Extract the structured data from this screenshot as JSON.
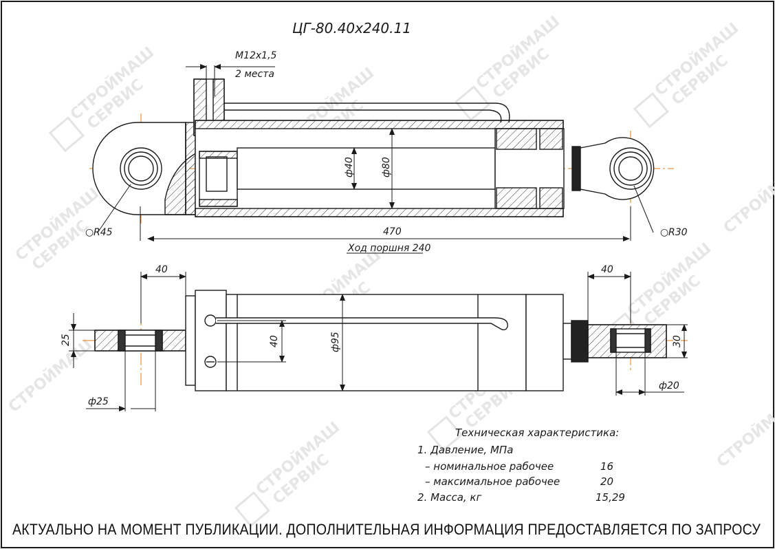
{
  "title": "ЦГ-80.40х240.11",
  "watermark": {
    "line1": "СТРОЙМАШ",
    "line2": "СЕРВИС"
  },
  "top_view": {
    "thread_label": "M12х1,5",
    "thread_places": "2 места",
    "rod_diameter": "ф40",
    "bore_diameter": "ф80",
    "overall_length": "470",
    "stroke": "Ход поршня 240",
    "left_radius": "R45",
    "right_radius": "R30"
  },
  "bottom_view": {
    "left_width": "40",
    "right_width": "40",
    "left_eye_height": "25",
    "left_pin_diameter": "ф25",
    "port_spacing": "40",
    "body_diameter": "ф95",
    "right_eye_height": "30",
    "right_pin_diameter": "ф20"
  },
  "specs": {
    "heading": "Техническая характеристика:",
    "rows": [
      {
        "label": "1. Давление, МПа",
        "value": ""
      },
      {
        "label": "– номинальное рабочее",
        "value": "16"
      },
      {
        "label": "– максимальное рабочее",
        "value": "20"
      },
      {
        "label": "2. Масса, кг",
        "value": "15,29"
      }
    ]
  },
  "footer": "АКТУАЛЬНО НА МОМЕНТ ПУБЛИКАЦИИ. ДОПОЛНИТЕЛЬНАЯ ИНФОРМАЦИЯ ПРЕДОСТАВЛЯЕТСЯ ПО ЗАПРОСУ",
  "colors": {
    "line": "#1a1a1a",
    "centerline": "#e07a10",
    "watermark": "#e6e6e6"
  }
}
